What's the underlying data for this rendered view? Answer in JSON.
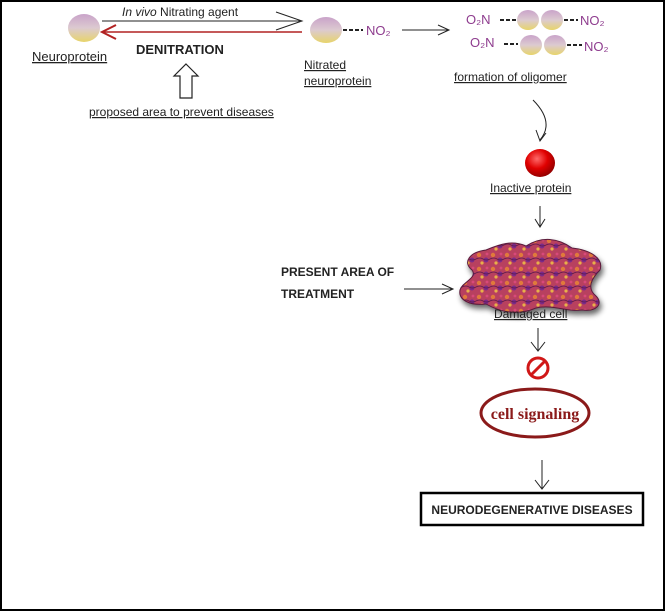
{
  "labels": {
    "neuroprotein": "Neuroprotein",
    "reagent_italic": "In vivo",
    "reagent_rest": " Nitrating agent",
    "denitration": "DENITRATION",
    "proposed_area": "proposed area to prevent diseases",
    "nitrated_line1": "Nitrated",
    "nitrated_line2": "neuroprotein",
    "no2": "NO₂",
    "o2n": "O₂N",
    "oligomer": "formation of oligomer",
    "inactive_protein": "Inactive protein",
    "present_area_line1": "PRESENT AREA OF",
    "present_area_line2": "TREATMENT",
    "damaged_cell": "Damaged cell",
    "cell_signaling": "cell signaling",
    "neurodegenerative": "NEURODEGENERATIVE DISEASES"
  },
  "colors": {
    "sphere_top": "#c9a3c9",
    "sphere_bottom": "#e7d46a",
    "nitro_text": "#8e3c8e",
    "denitration_arrow": "#b22222",
    "inactive_red": "#e00000",
    "inhibit_red": "#d01818",
    "signaling_outline": "#8b1a1a",
    "signaling_text": "#8b1a1a",
    "cell_fill": "#b8405f"
  },
  "icons": {
    "inhibit": "prohibition-icon"
  }
}
